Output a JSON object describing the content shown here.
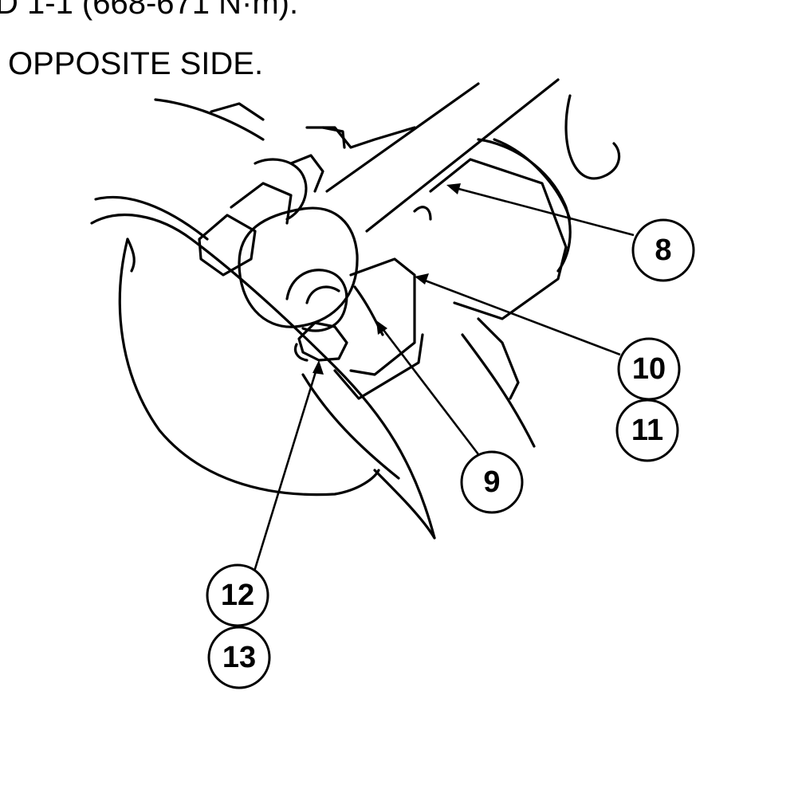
{
  "instructions": {
    "top_line_fragment": "D 1-1 (668-671 N·m).",
    "opposite_side": "OPPOSITE SIDE."
  },
  "callouts": [
    {
      "id": "8",
      "label": "8"
    },
    {
      "id": "9",
      "label": "9"
    },
    {
      "id": "10",
      "label": "10"
    },
    {
      "id": "11",
      "label": "11"
    },
    {
      "id": "12",
      "label": "12"
    },
    {
      "id": "13",
      "label": "13"
    }
  ]
}
